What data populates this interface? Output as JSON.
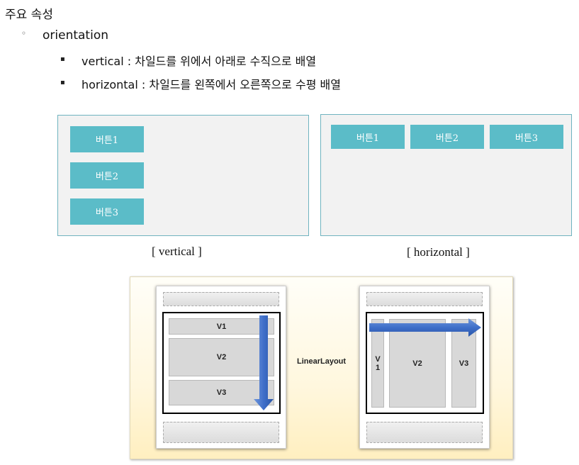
{
  "heading": "주요 속성",
  "attribute": {
    "bullet": "◦",
    "name": "orientation",
    "items": [
      {
        "bullet": "▪",
        "text": "vertical : 차일드를 위에서 아래로 수직으로 배열"
      },
      {
        "bullet": "▪",
        "text": "horizontal : 차일드를 왼쪽에서 오른쪽으로 수평 배열"
      }
    ]
  },
  "examples": {
    "vertical": {
      "buttons": [
        "버튼1",
        "버튼2",
        "버튼3"
      ],
      "caption": "[ vertical ]"
    },
    "horizontal": {
      "buttons": [
        "버튼1",
        "버튼2",
        "버튼3"
      ],
      "caption": "[ horizontal ]"
    }
  },
  "diagram": {
    "label": "LinearLayout",
    "vertical_cells": [
      "V1",
      "V2",
      "V3"
    ],
    "horizontal_cells": [
      "V\n1",
      "V2",
      "V3"
    ],
    "arrow_color": "#3f6fc9"
  }
}
